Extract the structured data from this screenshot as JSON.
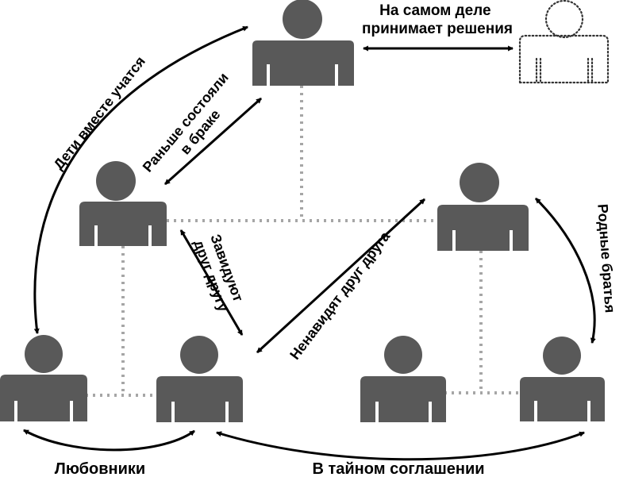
{
  "labels": {
    "decides_line1": "На самом деле",
    "decides_line2": "принимает решения",
    "children": "Дети вместе учатся",
    "married_line1": "Раньше состояли",
    "married_line2": "в браке",
    "envy_line1": "Завидуют",
    "envy_line2": "друг другу",
    "hate": "Ненавидят друг друга",
    "siblings": "Родные братья",
    "lovers": "Любовники",
    "secret": "В тайном соглашении"
  },
  "colors": {
    "person_fill": "#595959",
    "connector": "#a6a6a6",
    "arrow": "#000000",
    "background": "#ffffff"
  },
  "people": [
    {
      "id": "top-center",
      "kind": "solid"
    },
    {
      "id": "top-right-hidden",
      "kind": "dotted-outline"
    },
    {
      "id": "mid-left",
      "kind": "solid"
    },
    {
      "id": "mid-right",
      "kind": "solid"
    },
    {
      "id": "bottom-1",
      "kind": "solid"
    },
    {
      "id": "bottom-2",
      "kind": "solid"
    },
    {
      "id": "bottom-3",
      "kind": "solid"
    },
    {
      "id": "bottom-4",
      "kind": "solid"
    }
  ]
}
